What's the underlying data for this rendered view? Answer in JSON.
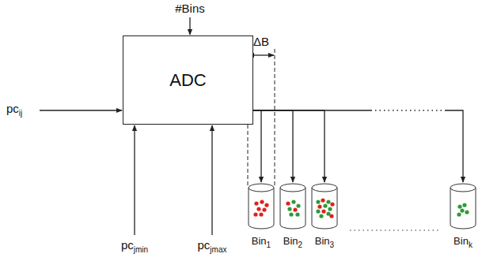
{
  "diagram": {
    "nodes": [
      {
        "text": [
          "ADC"
        ]
      },
      {
        "text": [
          "Bin",
          "1"
        ]
      },
      {
        "text": [
          "Bin",
          "2"
        ]
      },
      {
        "text": [
          "Bin",
          "3"
        ]
      },
      {
        "text": [
          "Bin",
          "k"
        ]
      }
    ],
    "edges": [
      {
        "from": 0,
        "to": 1,
        "arrow": "to"
      },
      {
        "from": 0,
        "to": 2,
        "arrow": "to"
      },
      {
        "from": 0,
        "to": 3,
        "arrow": "to"
      },
      {
        "from": 0,
        "to": 4,
        "arrow": "to"
      }
    ],
    "labels": [
      "#Bins",
      "pc",
      "ij",
      "pc",
      "jmin",
      "pc",
      "jmax",
      "ΔB"
    ]
  }
}
